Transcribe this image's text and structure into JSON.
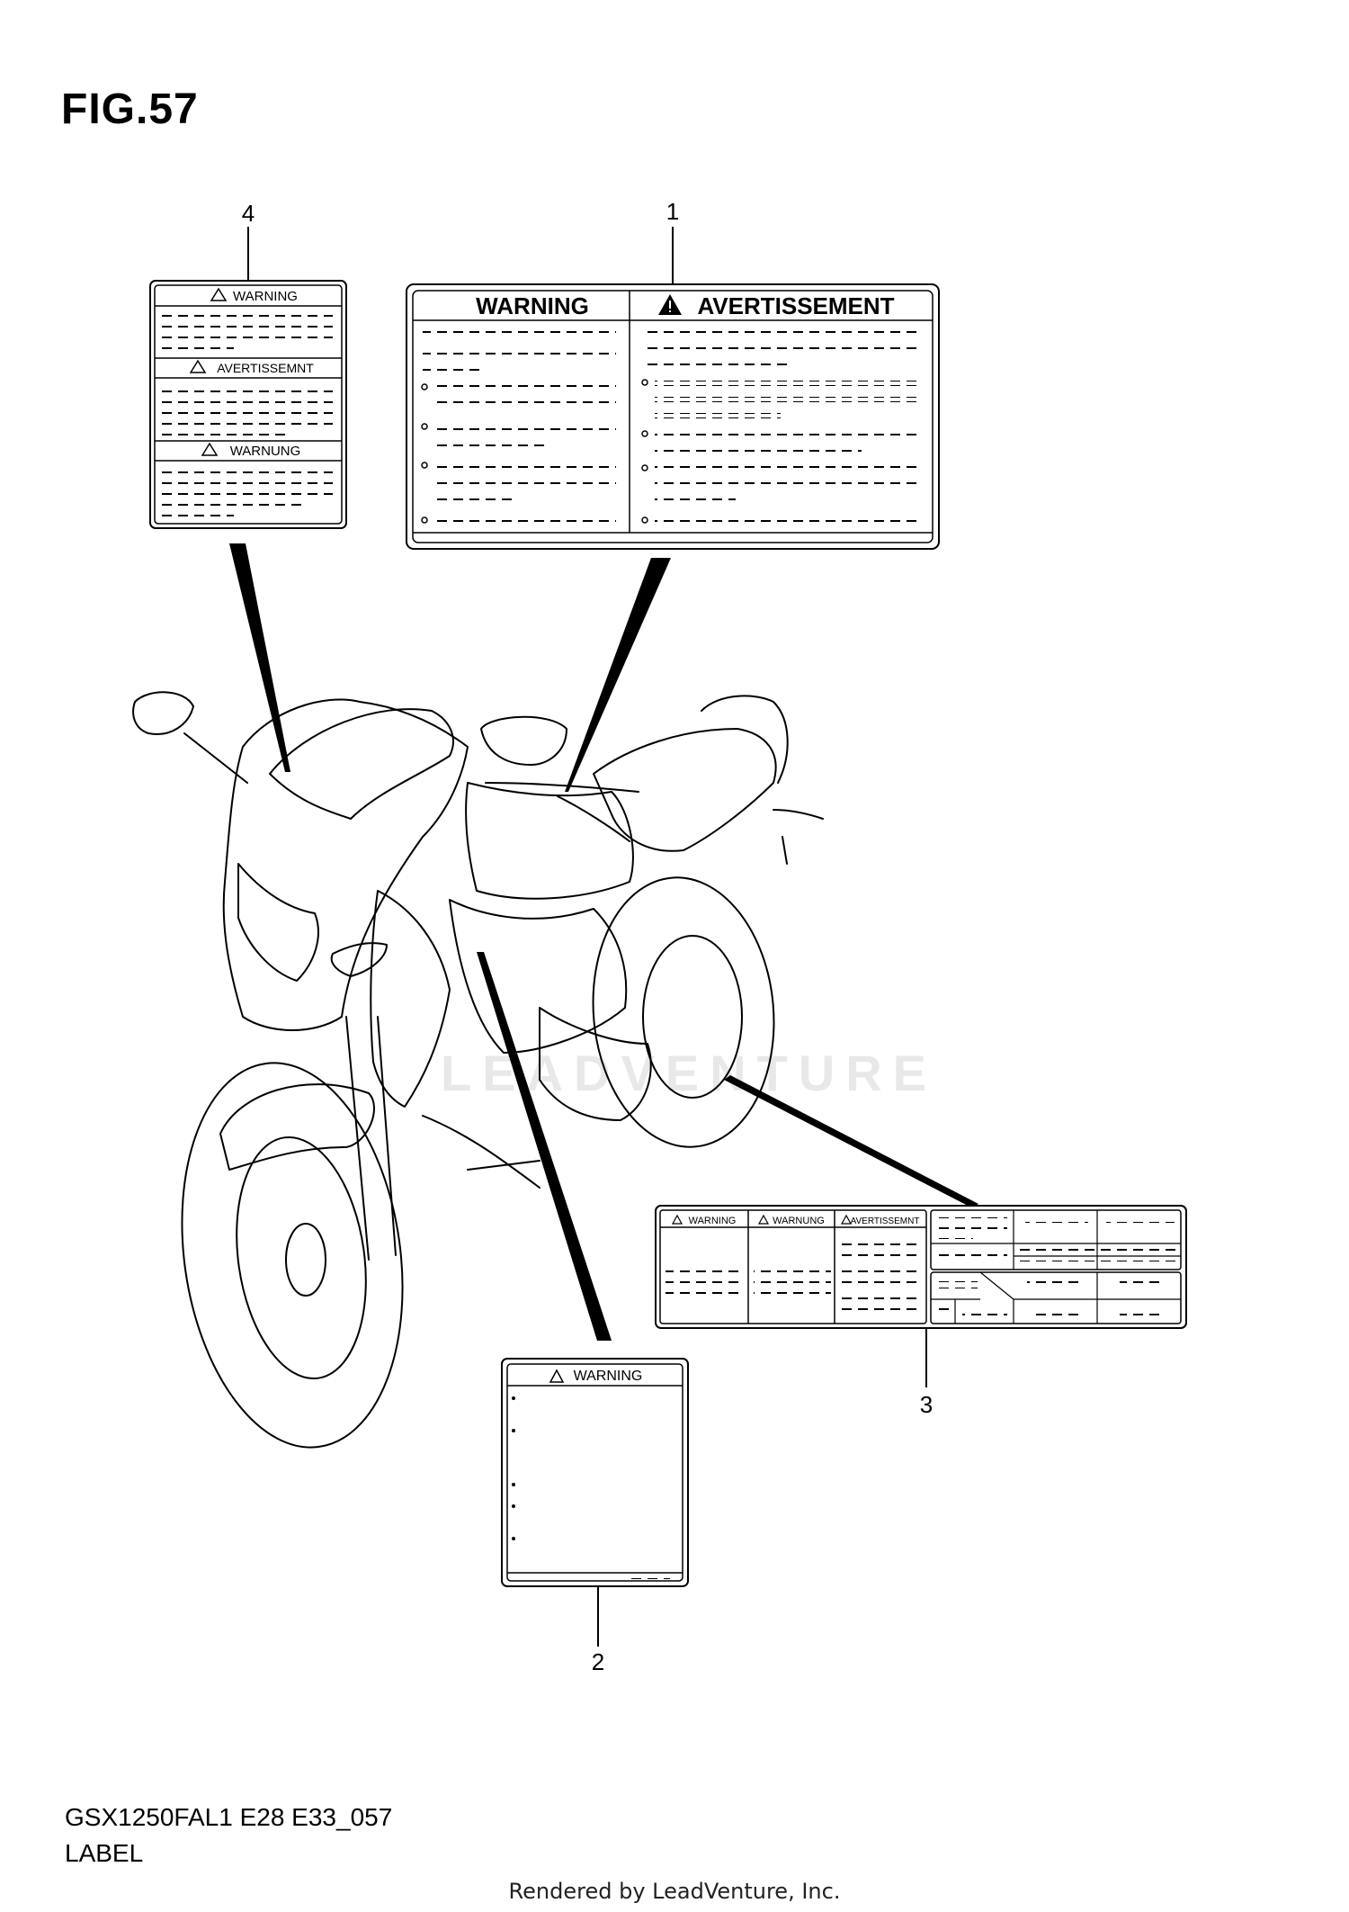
{
  "figure": {
    "title": "FIG.57",
    "model_code": "GSX1250FAL1 E28 E33_057",
    "caption": "LABEL",
    "credit": "Rendered by LeadVenture, Inc.",
    "watermark": "LEADVENTURE"
  },
  "callouts": [
    "1",
    "2",
    "3",
    "4"
  ],
  "labels": {
    "label1": {
      "left_heading": "WARNING",
      "right_heading": "AVERTISSEMENT"
    },
    "label2": {
      "heading": "WARNING"
    },
    "label3": {
      "headings": [
        "WARNING",
        "WARNUNG",
        "AVERTISSEMNT"
      ]
    },
    "label4": {
      "headings": [
        "WARNING",
        "AVERTISSEMNT",
        "WARNUNG"
      ]
    }
  },
  "icons": [
    "warning-triangle-icon",
    "motorcycle-illustration"
  ]
}
